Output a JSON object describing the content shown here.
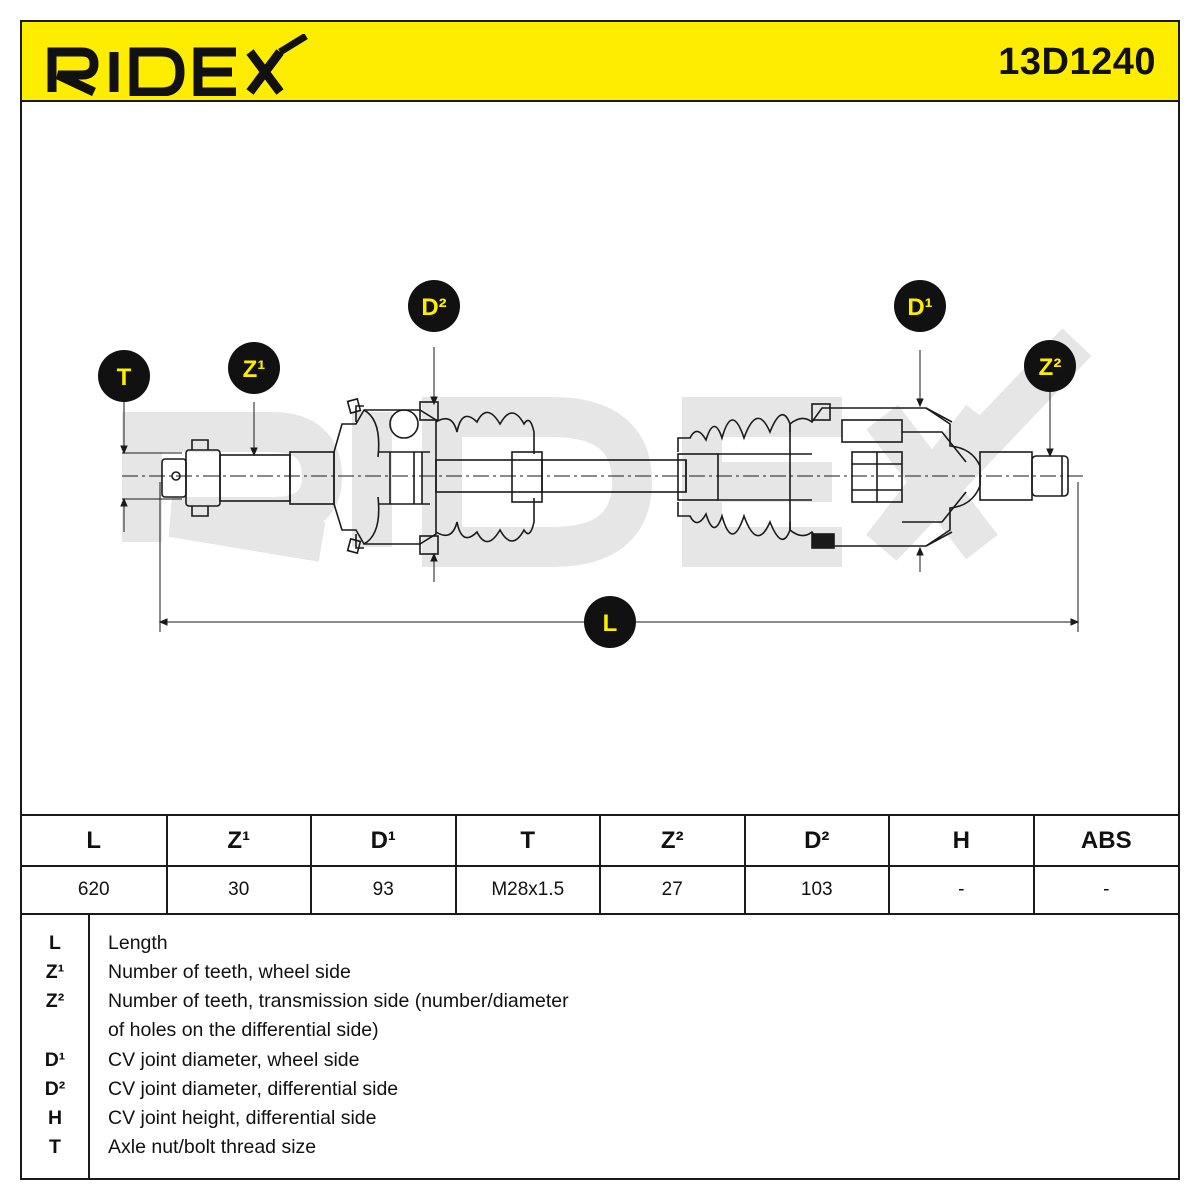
{
  "header": {
    "brand": "RIDEX",
    "part_number": "13D1240"
  },
  "drawing": {
    "callouts": {
      "T": "T",
      "Z1": "Z¹",
      "D2": "D²",
      "D1": "D¹",
      "Z2": "Z²",
      "L": "L"
    }
  },
  "table": {
    "columns": [
      "L",
      "Z¹",
      "D¹",
      "T",
      "Z²",
      "D²",
      "H",
      "ABS"
    ],
    "values": [
      "620",
      "30",
      "93",
      "M28x1.5",
      "27",
      "103",
      "-",
      "-"
    ]
  },
  "legend": [
    {
      "key": "L",
      "desc": "Length"
    },
    {
      "key": "Z¹",
      "desc": "Number of teeth, wheel side"
    },
    {
      "key": "Z²",
      "desc": "Number of teeth, transmission side (number/diameter"
    },
    {
      "key": "",
      "desc": "of holes on the differential side)"
    },
    {
      "key": "D¹",
      "desc": "CV joint diameter, wheel side"
    },
    {
      "key": "D²",
      "desc": "CV joint diameter, differential side"
    },
    {
      "key": "H",
      "desc": "CV joint height, differential side"
    },
    {
      "key": "T",
      "desc": "Axle nut/bolt thread size"
    }
  ],
  "colors": {
    "brand_yellow": "#ffed00",
    "line": "#1a1a1a",
    "watermark": "#e6e6e6"
  }
}
